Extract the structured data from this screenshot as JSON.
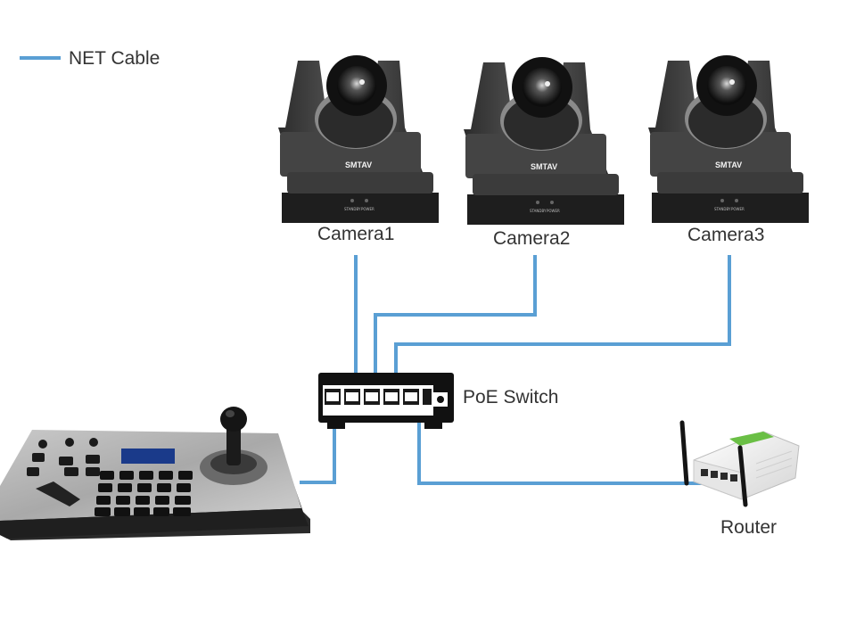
{
  "legend": {
    "label": "NET Cable",
    "color": "#5a9fd4"
  },
  "cameras": [
    {
      "label": "Camera1",
      "brand": "SMTAV",
      "led1": "STANDBY",
      "led2": "POWER"
    },
    {
      "label": "Camera2",
      "brand": "SMTAV",
      "led1": "STANDBY",
      "led2": "POWER"
    },
    {
      "label": "Camera3",
      "brand": "SMTAV",
      "led1": "STANDBY",
      "led2": "POWER"
    }
  ],
  "switch": {
    "label": "PoE Switch"
  },
  "router": {
    "label": "Router"
  },
  "controller": {
    "icon": "ptz-keyboard-controller-icon"
  }
}
